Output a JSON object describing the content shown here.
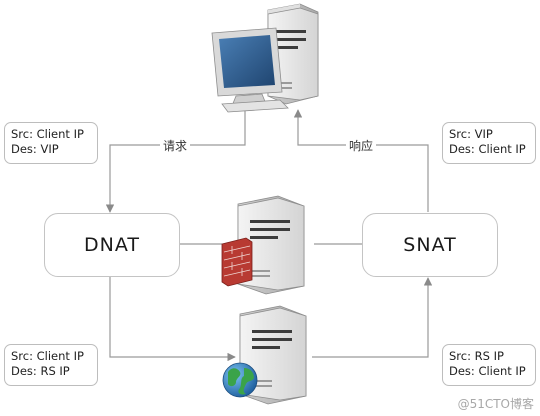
{
  "notes": {
    "top_left": {
      "src": "Src: Client IP",
      "des": "Des: VIP"
    },
    "top_right": {
      "src": "Src: VIP",
      "des": "Des: Client IP"
    },
    "bottom_left": {
      "src": "Src: Client IP",
      "des": "Des: RS IP"
    },
    "bottom_right": {
      "src": "Src: RS IP",
      "des": "Des: Client IP"
    }
  },
  "nodes": {
    "dnat": "DNAT",
    "snat": "SNAT"
  },
  "edges": {
    "request": "请求",
    "response": "响应"
  },
  "icons": {
    "client": "desktop-computer-icon",
    "lb_server": "server-with-firewall-icon",
    "real_server": "server-with-globe-icon"
  },
  "colors": {
    "line": "#9a9a9a",
    "firewall": "#b83a32",
    "globe": "#2f7fc0",
    "screen": "#2d5a8c"
  },
  "watermark": "@51CTO博客"
}
